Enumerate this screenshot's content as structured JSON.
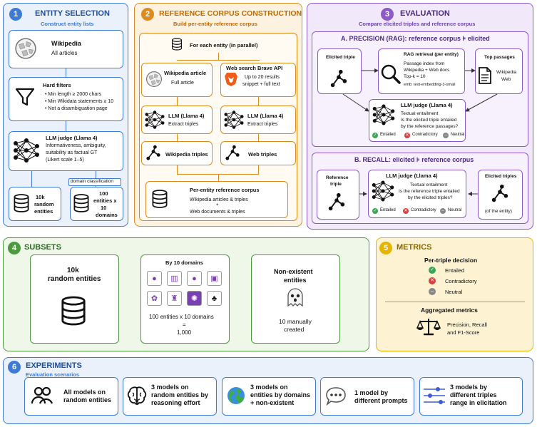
{
  "sec1": {
    "num": "1",
    "title": "ENTITY SELECTION",
    "subtitle": "Construct entity lists",
    "wikipedia_title": "Wikipedia",
    "wikipedia_sub": "All articles",
    "filters_title": "Hard filters",
    "filters": [
      "Min length ≥ 2000 chars",
      "Min Wikidata statements ≥ 10",
      "Not a disambiguation page"
    ],
    "judge_title": "LLM judge (Llama 4)",
    "judge_lines": [
      "Informativeness, ambiguity,",
      "suitability as factual GT",
      "(Likert scale 1–5)"
    ],
    "domain_label": "domain classification",
    "random_label": [
      "10k",
      "random",
      "entities"
    ],
    "domains_label": [
      "100",
      "entities x",
      "10",
      "domains"
    ]
  },
  "sec2": {
    "num": "2",
    "title": "REFERENCE CORPUS CONSTRUCTION",
    "subtitle": "Build per-entity reference corpus",
    "foreach": "For each entity (in parallel)",
    "wiki_article": "Wikipedia article",
    "wiki_article_sub": "Full article",
    "websearch": "Web search Brave API",
    "websearch_sub": [
      "Up to 20 results",
      "snippet + full text"
    ],
    "llm1": "LLM (Llama 4)",
    "llm1_sub": "Extract triples",
    "llm2": "LLM (Llama 4)",
    "llm2_sub": "Extract triples",
    "wiki_triples": "Wikipedia triples",
    "web_triples": "Web triples",
    "corpus_title": "Per-entity reference corpus",
    "corpus_lines": [
      "Wikipedia articles & triples",
      "+",
      "Web documents & triples"
    ]
  },
  "sec3": {
    "num": "3",
    "title": "EVALUATION",
    "subtitle": "Compare elicited triples and reference corpus",
    "precision_title": "A. PRECISION (RAG): reference corpus ⊧ elicited",
    "elicited_triple": "Elicited triple",
    "rag_title": "RAG retrieval (per entity)",
    "rag_lines": [
      "Passage index from",
      "Wikipedia + Web docs",
      "Top-k = 10",
      "emb: text-embedding-3-small"
    ],
    "top_passages": "Top passages",
    "top_passages_lines": [
      "Wikipedia",
      "Web"
    ],
    "judge_a_title": "LLM judge (Llama 4)",
    "judge_a_lines": [
      "Textual entailment",
      "Is the elicited triple entailed",
      "by the reference passages?"
    ],
    "entailed": "Entailed",
    "contradictory": "Contradictory",
    "neutral": "Neutral",
    "recall_title": "B. RECALL: elicited ⊧ reference corpus",
    "reference_triple": [
      "Reference",
      "triple"
    ],
    "judge_b_title": "LLM judge (Llama 4)",
    "judge_b_lines": [
      "Textual entailment",
      "Is the reference triple entailed",
      "by the elicited triples?"
    ],
    "elicited_triples": "Elicited triples",
    "of_entity": "(of the entity)"
  },
  "sec4": {
    "num": "4",
    "title": "SUBSETS",
    "random_title": [
      "10k",
      "random entities"
    ],
    "domains_title": "By 10 domains",
    "domains_lines": [
      "100 entities x 10 domains",
      "=",
      "1,000"
    ],
    "nonexistent_title": [
      "Non-existent",
      "entities"
    ],
    "nonexistent_lines": [
      "10 manually",
      "created"
    ]
  },
  "sec5": {
    "num": "5",
    "title": "METRICS",
    "per_triple": "Per-triple decision",
    "entailed": "Entailed",
    "contradictory": "Contradictory",
    "neutral": "Neutral",
    "aggregated": "Aggregated metrics",
    "agg_lines": [
      "Precision, Recall",
      "and F1-Score"
    ]
  },
  "sec6": {
    "num": "6",
    "title": "EXPERIMENTS",
    "subtitle": "Evaluation scenarios",
    "exp1": [
      "All models on",
      "random entities"
    ],
    "exp2": [
      "3 models on",
      "random entities by",
      "reasoning effort"
    ],
    "exp3": [
      "3 models on",
      "entities by domains",
      "+ non-existent"
    ],
    "exp4": [
      "1 model by",
      "different prompts"
    ],
    "exp5": [
      "3 models by",
      "different triples",
      "range in elicitation"
    ]
  },
  "colors": {
    "blue": "#3d7bd6",
    "blue_bg": "#eaf1fb",
    "orange": "#dd8a1f",
    "orange_bg": "#fdf1e0",
    "purple": "#8a5bc8",
    "purple_bg": "#f1e9fa",
    "green": "#4a9a3e",
    "green_bg": "#eef7e8",
    "yellow": "#e6b400",
    "yellow_bg": "#fdf3d2",
    "entailed": "#3aa757",
    "contradictory": "#d94040",
    "neutral": "#888888"
  }
}
